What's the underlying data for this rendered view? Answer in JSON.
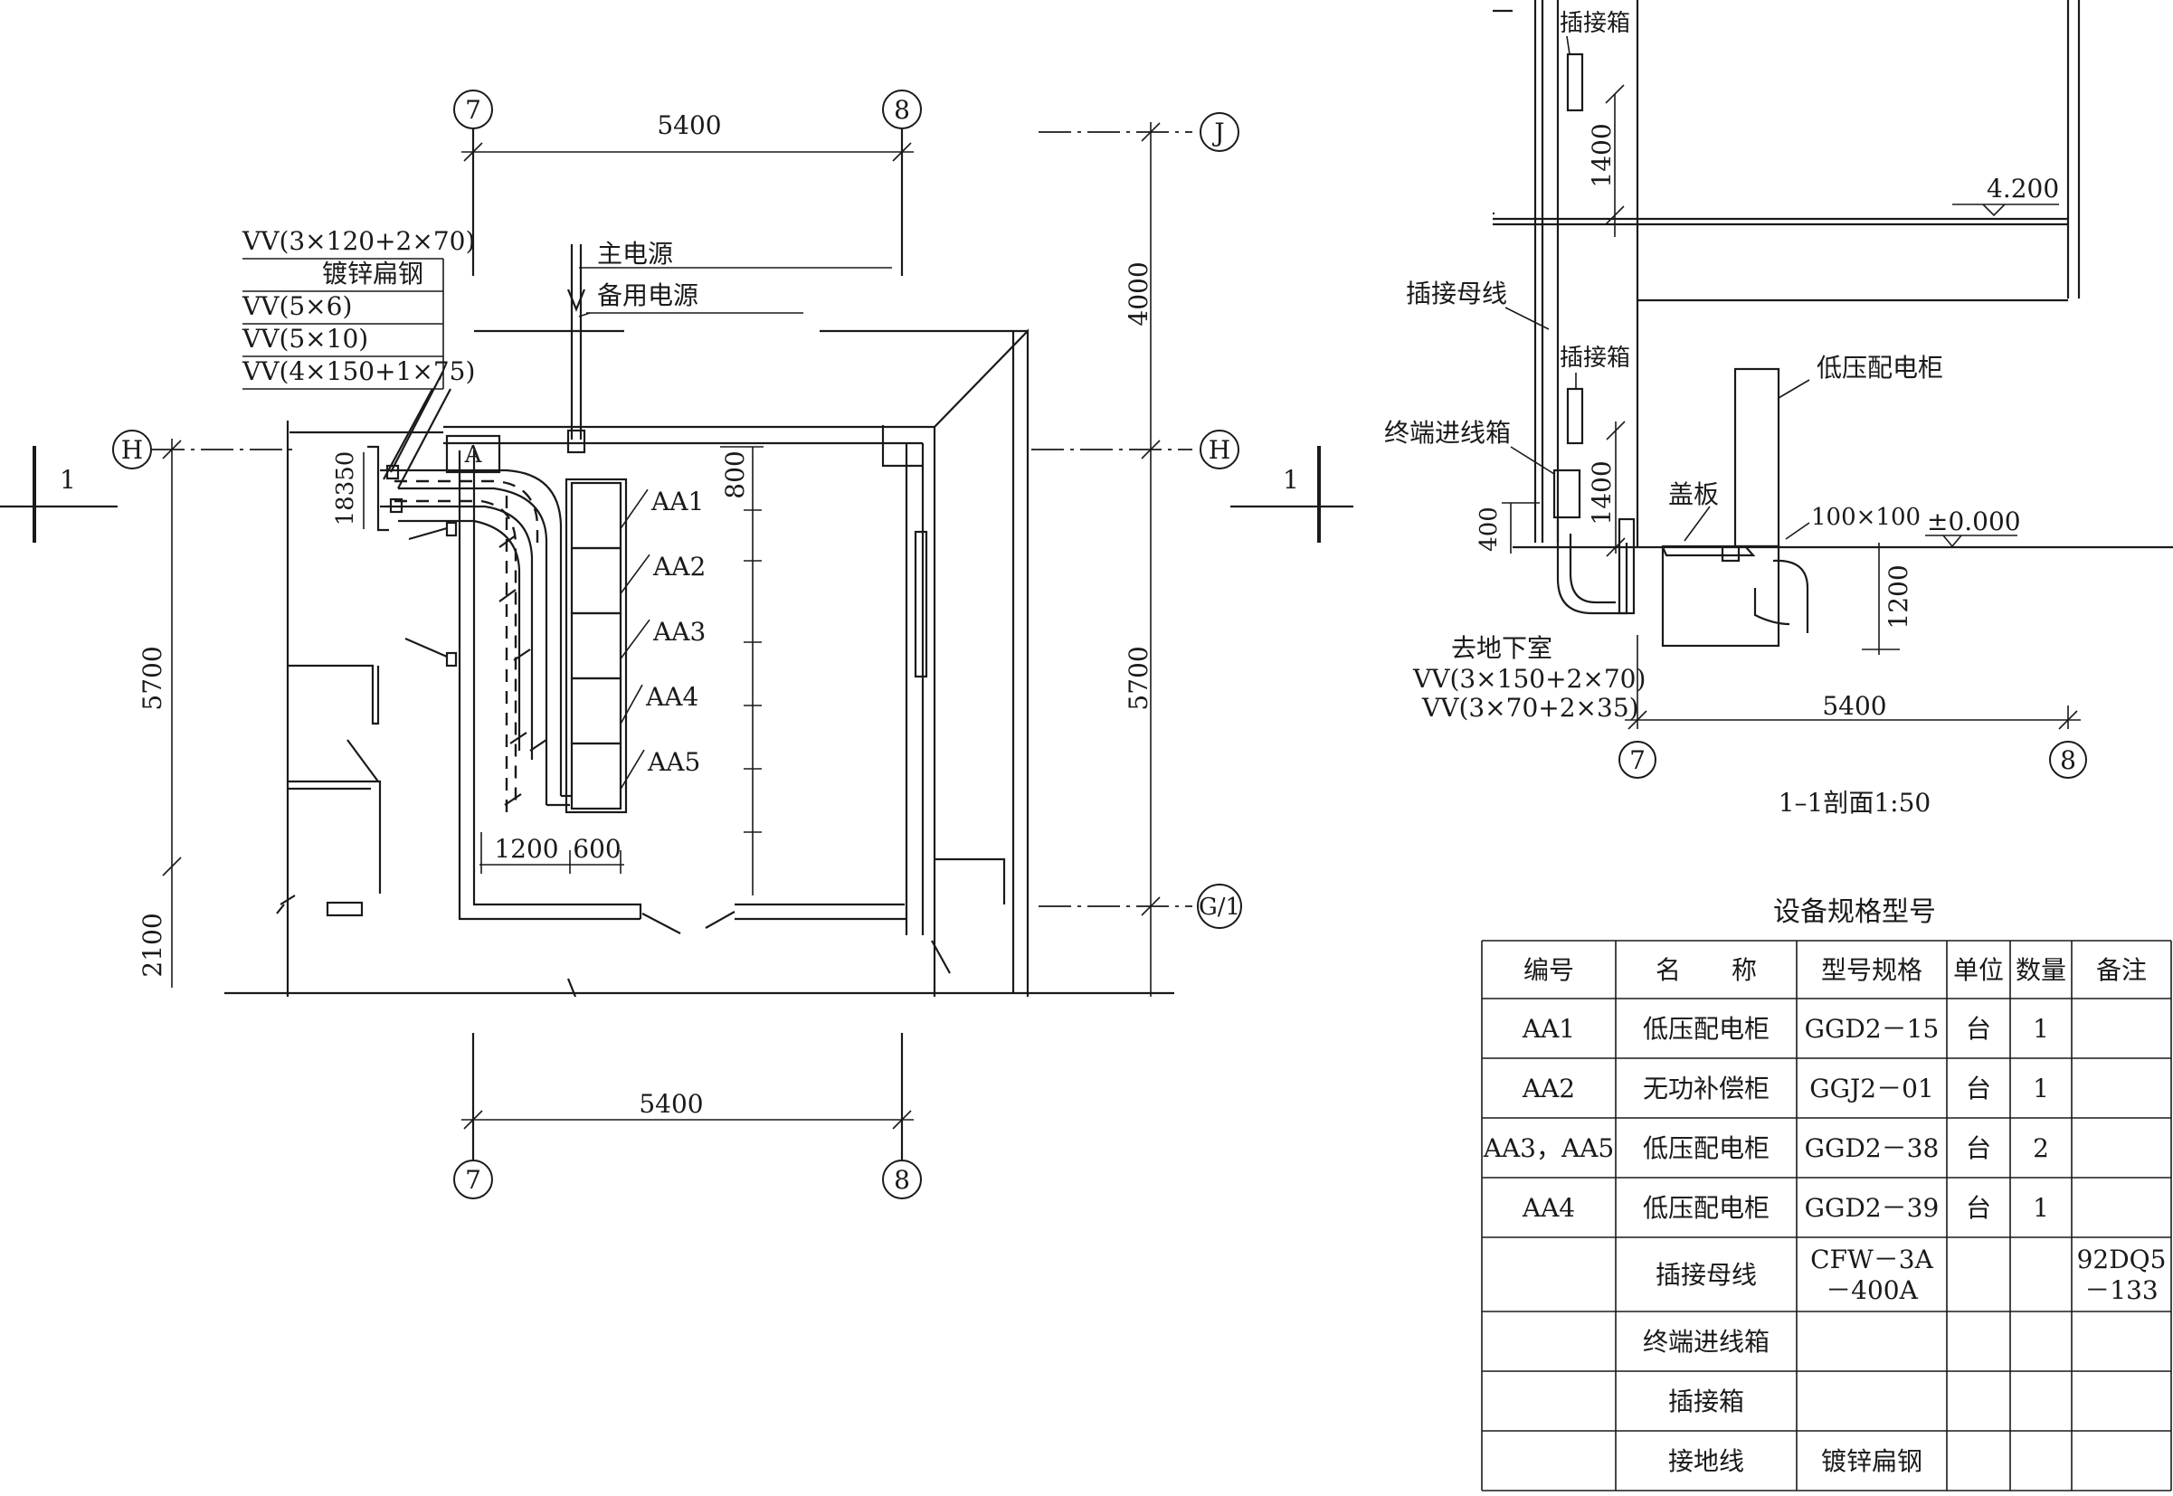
{
  "plan": {
    "dims": {
      "top_span": "5400",
      "bottom_span": "5400",
      "right_upper": "4000",
      "right_lower": "5700",
      "left_mid": "5700",
      "left_low": "2100",
      "left_small": "18350",
      "dim_800": "800",
      "dim_1200": "1200",
      "dim_600": "600"
    },
    "axes": {
      "seven": "7",
      "eight": "8",
      "j": "J",
      "h": "H",
      "g1": "G/1"
    },
    "section_mark": "1",
    "box_a": "A",
    "cables": [
      "VV(3×120+2×70)",
      "镀锌扁钢",
      "VV(5×6)",
      "VV(5×10)",
      "VV(4×150+1×75)"
    ],
    "power_main": "主电源",
    "power_backup": "备用电源",
    "cabinets": [
      "AA1",
      "AA2",
      "AA3",
      "AA4",
      "AA5"
    ]
  },
  "section": {
    "labels": {
      "plug_box_top": "插接箱",
      "plug_box_mid": "插接箱",
      "busbar": "插接母线",
      "terminal_box": "终端进线箱",
      "lv_cabinet": "低压配电柜",
      "cover": "盖板",
      "trench": "100×100",
      "level_zero": "±0.000",
      "level_top": "4.200",
      "to_basement": "去地下室",
      "cable1": "VV(3×150+2×70)",
      "cable2": "VV(3×70+2×35)"
    },
    "dims": {
      "d1400a": "1400",
      "d1400b": "1400",
      "d400": "400",
      "d1200": "1200",
      "span": "5400"
    },
    "axes": {
      "seven": "7",
      "eight": "8"
    },
    "caption": "1–1剖面1:50"
  },
  "spec_table": {
    "title": "设备规格型号",
    "headers": [
      "编号",
      "名　　称",
      "型号规格",
      "单位",
      "数量",
      "备注"
    ],
    "rows": [
      [
        "AA1",
        "低压配电柜",
        "GGD2－15",
        "台",
        "1",
        ""
      ],
      [
        "AA2",
        "无功补偿柜",
        "GGJ2－01",
        "台",
        "1",
        ""
      ],
      [
        "AA3，AA5",
        "低压配电柜",
        "GGD2－38",
        "台",
        "2",
        ""
      ],
      [
        "AA4",
        "低压配电柜",
        "GGD2－39",
        "台",
        "1",
        ""
      ],
      [
        "",
        "插接母线",
        "CFW－3A|－400A",
        "",
        "",
        "92DQ5|－133"
      ],
      [
        "",
        "终端进线箱",
        "",
        "",
        "",
        ""
      ],
      [
        "",
        "插接箱",
        "",
        "",
        "",
        ""
      ],
      [
        "",
        "接地线",
        "镀锌扁钢",
        "",
        "",
        ""
      ]
    ]
  }
}
